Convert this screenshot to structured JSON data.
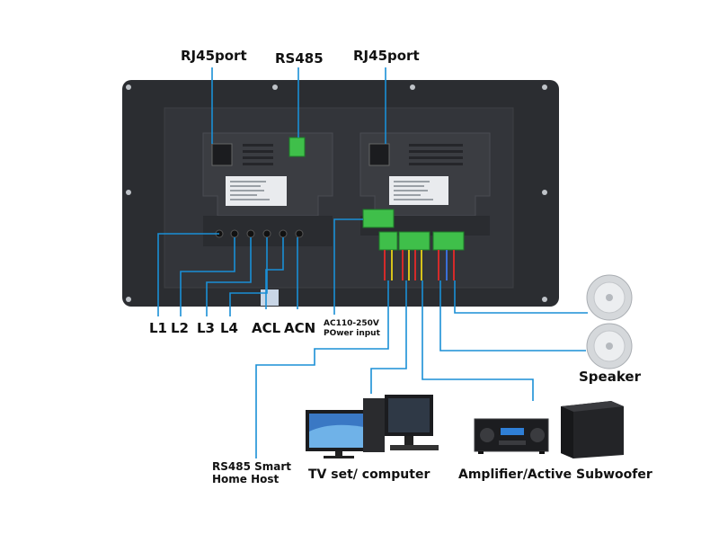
{
  "labels": {
    "rj45_left": "RJ45port",
    "rs485": "RS485",
    "rj45_right": "RJ45port",
    "l1": "L1",
    "l2": "L2",
    "l3": "L3",
    "l4": "L4",
    "acl": "ACL",
    "acn": "ACN",
    "power_line1": "AC110-250V",
    "power_line2": "POwer input",
    "speaker": "Speaker",
    "host_line1": "RS485 Smart",
    "host_line2": "Home Host",
    "tv": "TV set/  computer",
    "amp": "Amplifier/Active Subwoofer"
  },
  "colors": {
    "wire": "#1a8fd6",
    "panel": "#2d2f33",
    "module": "#3a3c40",
    "terminal_green": "#3fbf4a"
  }
}
